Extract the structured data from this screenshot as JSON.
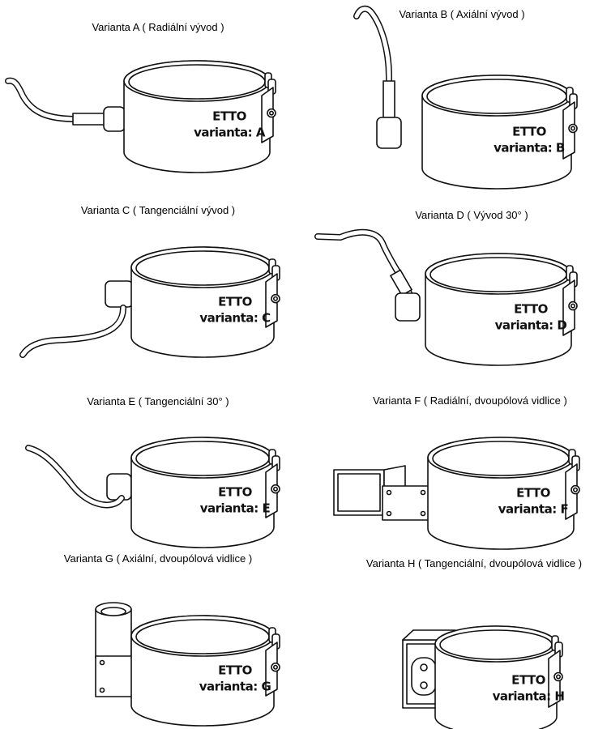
{
  "variants": [
    {
      "title": "Varianta A ( Radiální vývod )",
      "brand": "ETTO",
      "label": "varianta: A"
    },
    {
      "title": "Varianta B ( Axiální vývod )",
      "brand": "ETTO",
      "label": "varianta: B"
    },
    {
      "title": "Varianta C ( Tangenciální vývod )",
      "brand": "ETTO",
      "label": "varianta: C"
    },
    {
      "title": "Varianta D ( Vývod 30° )",
      "brand": "ETTO",
      "label": "varianta: D"
    },
    {
      "title": "Varianta E ( Tangenciální 30° )",
      "brand": "ETTO",
      "label": "varianta: E"
    },
    {
      "title": "Varianta F ( Radiální, dvoupólová vidlice )",
      "brand": "ETTO",
      "label": "varianta: F"
    },
    {
      "title": "Varianta G ( Axiální, dvoupólová vidlice )",
      "brand": "ETTO",
      "label": "varianta: G"
    },
    {
      "title": "Varianta H ( Tangenciální, dvoupólová vidlice )",
      "brand": "ETTO",
      "label": "varianta: H"
    }
  ]
}
